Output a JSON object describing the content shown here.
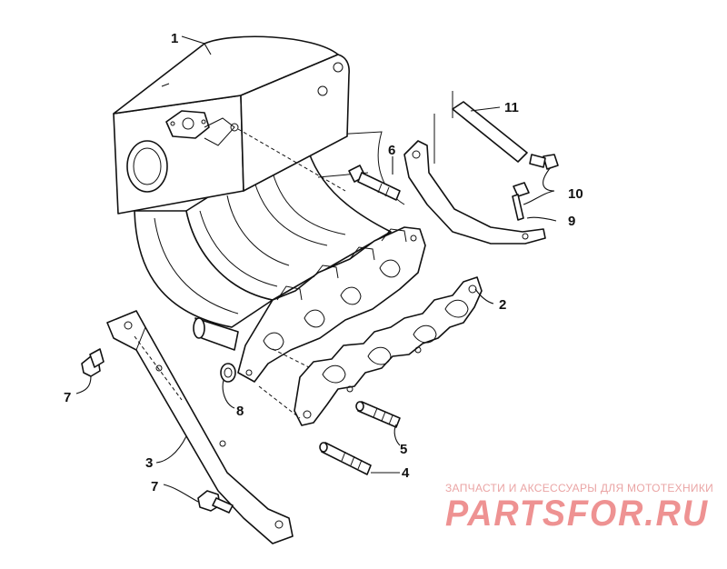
{
  "callouts": [
    {
      "id": "1",
      "label": "1"
    },
    {
      "id": "2",
      "label": "2"
    },
    {
      "id": "3",
      "label": "3"
    },
    {
      "id": "4",
      "label": "4"
    },
    {
      "id": "5",
      "label": "5"
    },
    {
      "id": "6",
      "label": "6"
    },
    {
      "id": "7a",
      "label": "7"
    },
    {
      "id": "7b",
      "label": "7"
    },
    {
      "id": "8",
      "label": "8"
    },
    {
      "id": "9",
      "label": "9"
    },
    {
      "id": "10",
      "label": "10"
    },
    {
      "id": "11",
      "label": "11"
    }
  ],
  "watermark": {
    "tagline": "ЗАПЧАСТИ И АКСЕССУАРЫ ДЛЯ МОТОТЕХНИКИ",
    "logo": "PARTSFOR.RU",
    "color": "#ee8d8d"
  }
}
